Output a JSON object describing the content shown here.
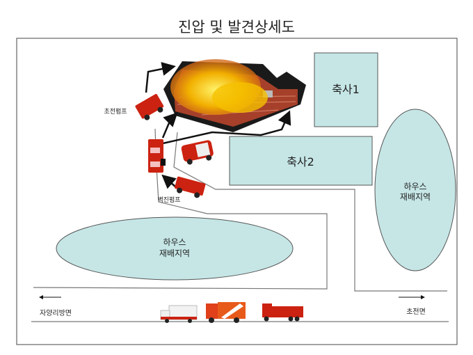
{
  "title": "진압 및 발견상세도",
  "buildings": {
    "barn1": "축사1",
    "barn2": "축사2"
  },
  "greenhouse_right": {
    "line1": "하우스",
    "line2": "재배지역"
  },
  "greenhouse_left": {
    "line1": "하우스",
    "line2": "재배지역"
  },
  "pumps": {
    "first": "초전펌프",
    "second": "벽진펌프"
  },
  "directions": {
    "left": "자양리방면",
    "right": "초전면"
  },
  "colors": {
    "barn_fill": "#c6e6e6",
    "truck_red": "#cc2211",
    "fire": "#f2a900"
  }
}
